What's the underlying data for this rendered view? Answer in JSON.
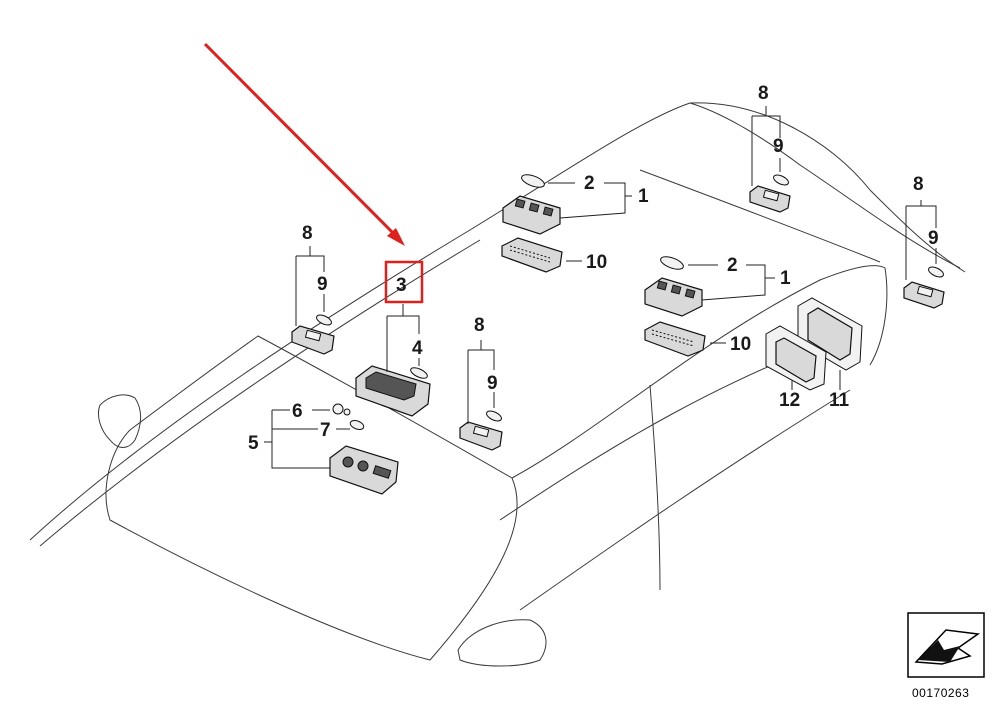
{
  "callouts": {
    "c1a": "1",
    "c1b": "1",
    "c2a": "2",
    "c2b": "2",
    "c3": "3",
    "c4": "4",
    "c5": "5",
    "c6": "6",
    "c7": "7",
    "c8a": "8",
    "c8b": "8",
    "c8c": "8",
    "c8d": "8",
    "c9a": "9",
    "c9b": "9",
    "c9c": "9",
    "c9d": "9",
    "c10a": "10",
    "c10b": "10",
    "c11": "11",
    "c12": "12"
  },
  "diagram_code": "00170263",
  "colors": {
    "highlight": "#e0201c",
    "arrow": "#e0201c",
    "line": "#3a3a3a"
  },
  "icons": {
    "corner_badge": "direction-arrow-icon"
  }
}
